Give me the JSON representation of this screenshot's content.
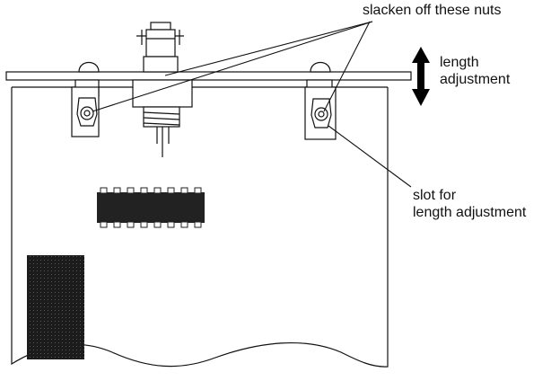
{
  "labels": {
    "nuts": "slacken off these nuts",
    "length_line1": "length",
    "length_line2": "adjustment",
    "slot_line1": "slot for",
    "slot_line2": "length adjustment"
  },
  "colors": {
    "ink": "#111111",
    "chip": "#222222",
    "block": "#1c1c1c",
    "arrow": "#000000"
  },
  "icons": {
    "double_arrow": "vertical-double-arrow-icon"
  }
}
